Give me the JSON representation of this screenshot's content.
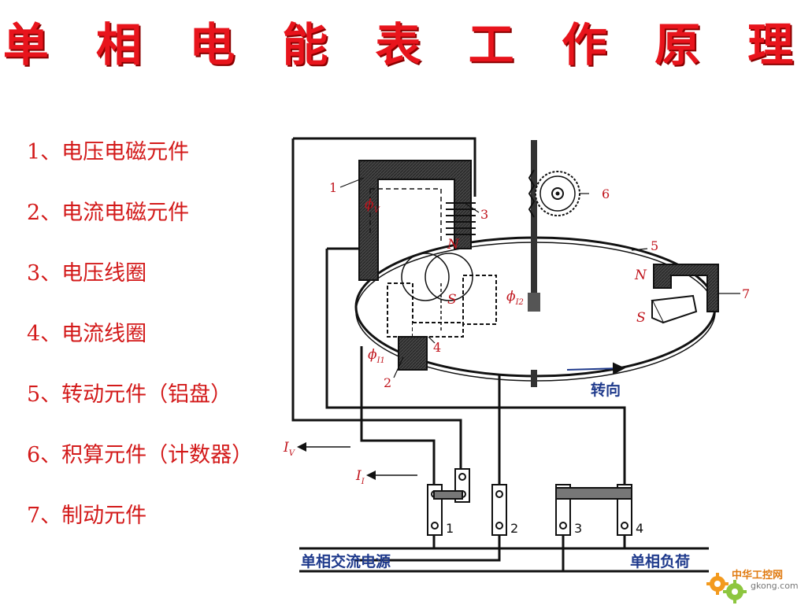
{
  "title": "单 相 电 能 表 工 作 原 理",
  "legend": [
    "1、电压电磁元件",
    "2、电流电磁元件",
    "3、电压线圈",
    "4、电流线圈",
    "5、转动元件（铝盘）",
    "6、积算元件（计数器）",
    "7、制动元件"
  ],
  "diagram": {
    "part_numbers": [
      "1",
      "2",
      "3",
      "4",
      "5",
      "6",
      "7"
    ],
    "flux_v": "ϕ",
    "flux_v_sub": "V",
    "flux_i1": "ϕ",
    "flux_i1_sub": "I1",
    "flux_i2": "ϕ",
    "flux_i2_sub": "I2",
    "pole_n": "N",
    "pole_s": "S",
    "magnet_n": "N",
    "magnet_s": "S",
    "rotation": "转向",
    "current_v": "I",
    "current_v_sub": "V",
    "current_i": "I",
    "current_i_sub": "I",
    "terminals": [
      "1",
      "2",
      "3",
      "4"
    ],
    "source_label": "单相交流电源",
    "load_label": "单相负荷"
  },
  "logo": {
    "cn": "中华工控网",
    "en": "gkong.com"
  },
  "colors": {
    "title": "#e8141c",
    "legend": "#d31a1a",
    "diagram_label": "#c0141c",
    "bottom_label": "#1f3a8c"
  }
}
